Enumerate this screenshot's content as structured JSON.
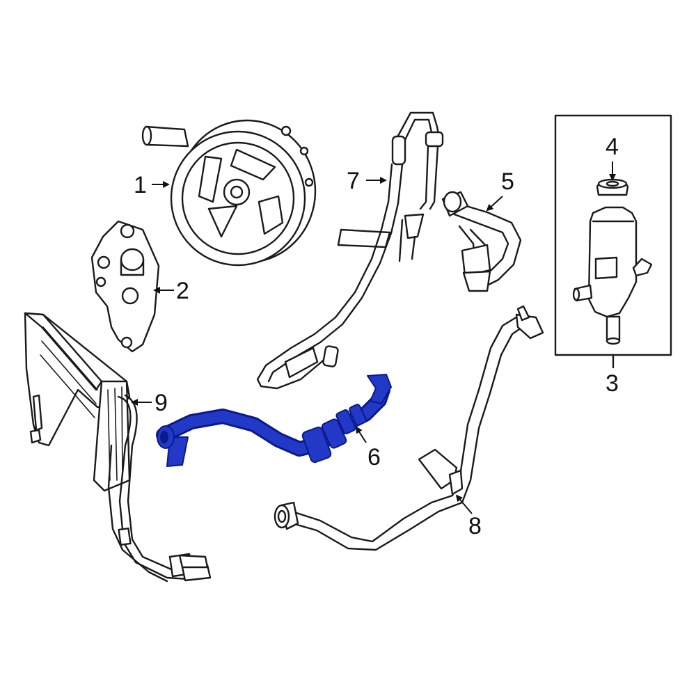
{
  "colors": {
    "line": "#1a1a1a",
    "highlight_fill": "#2238c6",
    "highlight_stroke": "#0a1a8a",
    "background": "#ffffff"
  },
  "callouts": [
    {
      "id": "1",
      "label": "1",
      "part": "power-steering-pump"
    },
    {
      "id": "2",
      "label": "2",
      "part": "pump-mounting-bracket"
    },
    {
      "id": "3",
      "label": "3",
      "part": "reservoir-assembly"
    },
    {
      "id": "4",
      "label": "4",
      "part": "reservoir-cap"
    },
    {
      "id": "5",
      "label": "5",
      "part": "reservoir-hose"
    },
    {
      "id": "6",
      "label": "6",
      "part": "return-hose-highlighted"
    },
    {
      "id": "7",
      "label": "7",
      "part": "pressure-line-assembly"
    },
    {
      "id": "8",
      "label": "8",
      "part": "return-line"
    },
    {
      "id": "9",
      "label": "9",
      "part": "oil-cooler"
    }
  ],
  "highlighted_part": "6"
}
